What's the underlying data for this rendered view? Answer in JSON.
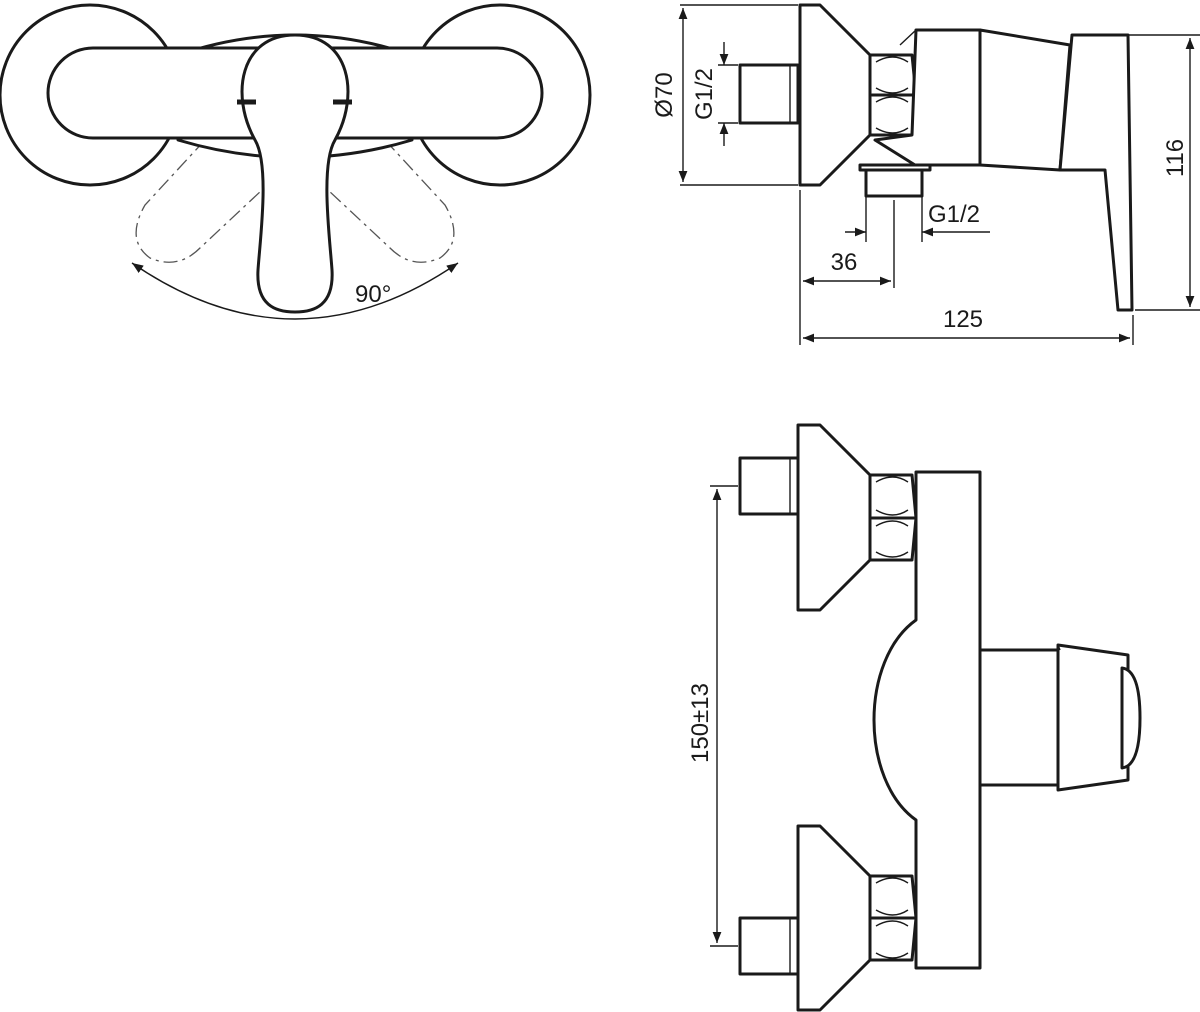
{
  "views": {
    "top_view": {
      "angle_label": "90°"
    },
    "side_view": {
      "diameter_label": "Ø70",
      "inlet_thread_label": "G1/2",
      "outlet_thread_label": "G1/2",
      "outlet_offset_label": "36",
      "depth_label": "125",
      "height_label": "116"
    },
    "front_view": {
      "centers_label": "150±13"
    }
  }
}
